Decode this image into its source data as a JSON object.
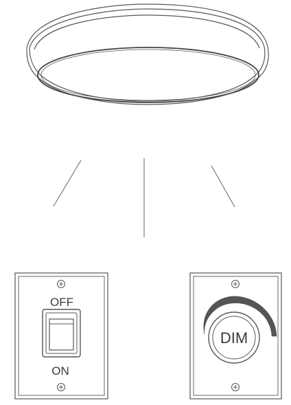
{
  "switch_plate": {
    "top_label": "OFF",
    "bottom_label": "ON"
  },
  "dimmer_plate": {
    "knob_label": "DIM"
  },
  "colors": {
    "stroke": "#555555",
    "dimmer_arc": "#555555",
    "background": "#ffffff"
  },
  "icons": [
    "ceiling-light-icon",
    "toggle-switch-icon",
    "dimmer-knob-icon",
    "screw-icon"
  ]
}
